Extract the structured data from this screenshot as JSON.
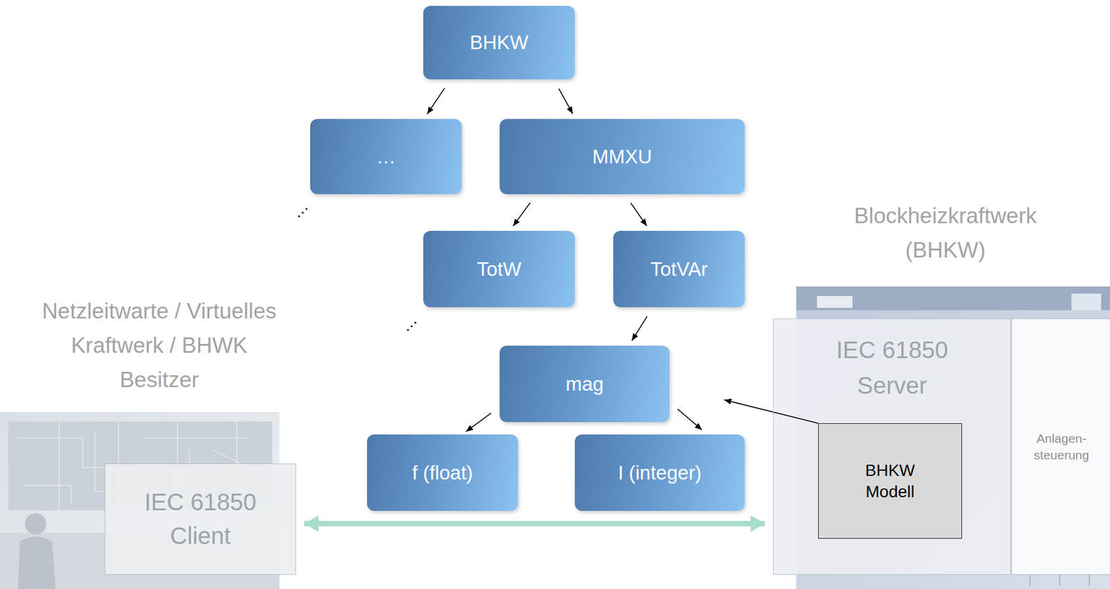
{
  "diagram": {
    "nodes": [
      {
        "text": [
          "BHKW"
        ]
      },
      {
        "text": [
          "…"
        ]
      },
      {
        "text": [
          "MMXU"
        ]
      },
      {
        "text": [
          "TotW"
        ]
      },
      {
        "text": [
          "TotVAr"
        ]
      },
      {
        "text": [
          "mag"
        ]
      },
      {
        "text": [
          "f (float)"
        ]
      },
      {
        "text": [
          "I (integer)"
        ]
      },
      {
        "text": [
          "IEC 61850 Client"
        ]
      },
      {
        "text": [
          "IEC 61850 Server"
        ]
      },
      {
        "text": [
          "BHKW Modell"
        ],
        "in": 9
      },
      {
        "text": [
          "Anlagen- steuerung"
        ]
      }
    ],
    "edges": [
      {
        "from": 0,
        "to": 1,
        "arrow": "to"
      },
      {
        "from": 0,
        "to": 2,
        "arrow": "to"
      },
      {
        "from": 2,
        "to": 3,
        "arrow": "to"
      },
      {
        "from": 2,
        "to": 4,
        "arrow": "to"
      },
      {
        "from": 4,
        "to": 5,
        "arrow": "to"
      },
      {
        "from": 5,
        "to": 6,
        "arrow": "to"
      },
      {
        "from": 5,
        "to": 7,
        "arrow": "to"
      },
      {
        "from": 10,
        "to": 5,
        "arrow": "to"
      },
      {
        "from": 8,
        "to": 9,
        "arrow": "both"
      }
    ],
    "labels": [
      "Netzleitwarte / Virtuelles Kraftwerk / BHWK Besitzer",
      "Blockheizkraftwerk (BHKW)",
      "…",
      "…"
    ]
  }
}
